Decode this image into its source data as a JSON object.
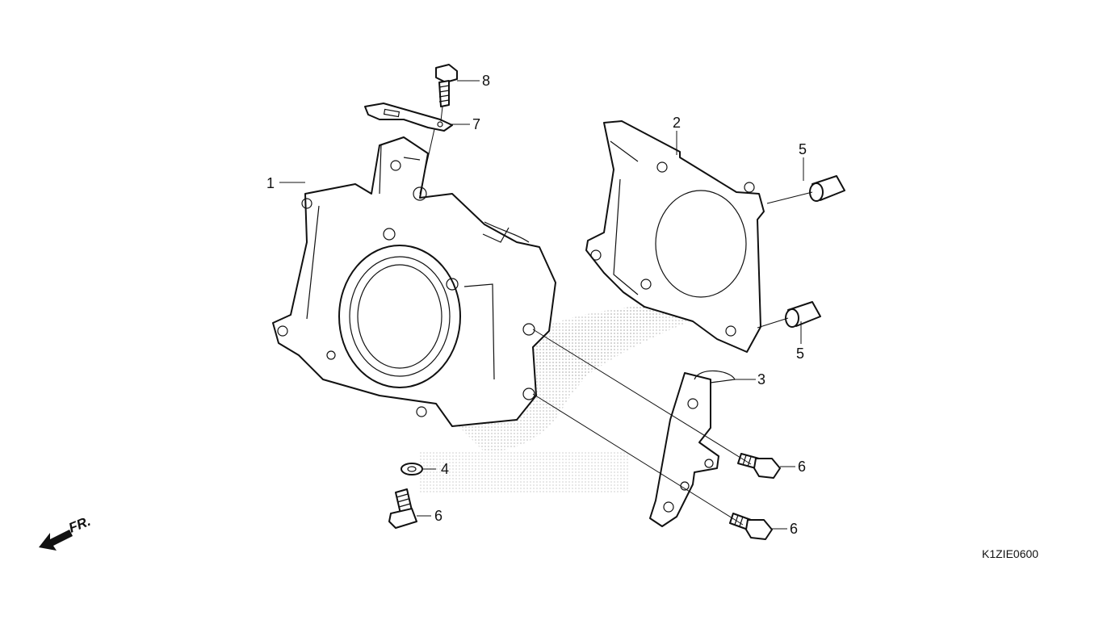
{
  "callouts": {
    "c1": "1",
    "c2": "2",
    "c3": "3",
    "c4": "4",
    "c5a": "5",
    "c5b": "5",
    "c6a": "6",
    "c6b": "6",
    "c6c": "6",
    "c7": "7",
    "c8": "8"
  },
  "direction_label": "FR.",
  "diagram_code": "K1ZIE0600",
  "icons": {
    "direction": "front-direction-arrow-icon",
    "watermark": "honda-wing-logo"
  }
}
